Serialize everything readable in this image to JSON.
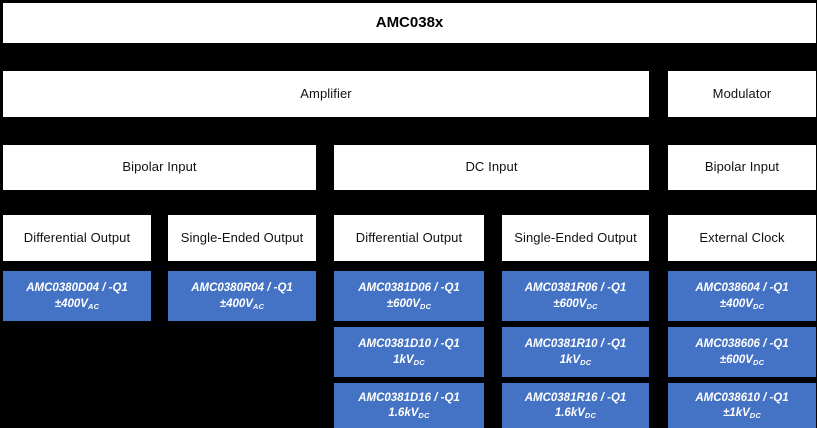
{
  "title": {
    "label": "AMC038x"
  },
  "row_amplifier": [
    {
      "label": "Amplifier"
    },
    {
      "label": "Modulator"
    }
  ],
  "row_input": [
    {
      "label": "Bipolar Input"
    },
    {
      "label": "DC Input"
    },
    {
      "label": "Bipolar Input"
    }
  ],
  "row_output": [
    {
      "label": "Differential Output"
    },
    {
      "label": "Single-Ended Output"
    },
    {
      "label": "Differential Output"
    },
    {
      "label": "Single-Ended Output"
    },
    {
      "label": "External Clock"
    }
  ],
  "parts": {
    "col1": [
      {
        "name": "AMC0380D04 / -Q1",
        "rating": "±400V",
        "unit": "AC"
      }
    ],
    "col2": [
      {
        "name": "AMC0380R04 / -Q1",
        "rating": "±400V",
        "unit": "AC"
      }
    ],
    "col3": [
      {
        "name": "AMC0381D06 / -Q1",
        "rating": "±600V",
        "unit": "DC"
      },
      {
        "name": "AMC0381D10 / -Q1",
        "rating": "1kV",
        "unit": "DC"
      },
      {
        "name": "AMC0381D16 / -Q1",
        "rating": "1.6kV",
        "unit": "DC"
      }
    ],
    "col4": [
      {
        "name": "AMC0381R06 / -Q1",
        "rating": "±600V",
        "unit": "DC"
      },
      {
        "name": "AMC0381R10 / -Q1",
        "rating": "1kV",
        "unit": "DC"
      },
      {
        "name": "AMC0381R16 / -Q1",
        "rating": "1.6kV",
        "unit": "DC"
      }
    ],
    "col5": [
      {
        "name": "AMC038604 / -Q1",
        "rating": "±400V",
        "unit": "DC"
      },
      {
        "name": "AMC038606 / -Q1",
        "rating": "±600V",
        "unit": "DC"
      },
      {
        "name": "AMC038610 / -Q1",
        "rating": "±1kV",
        "unit": "DC"
      }
    ]
  },
  "colors": {
    "background": "#000000",
    "box": "#ffffff",
    "part_fill": "#4472C4",
    "part_text": "#ffffff",
    "box_text": "#111111"
  }
}
